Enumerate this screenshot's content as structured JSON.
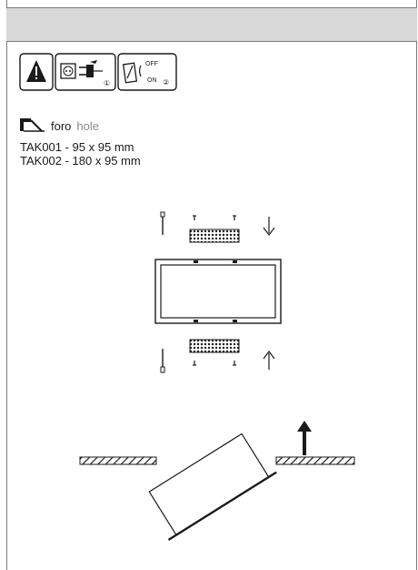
{
  "header": {
    "title": ""
  },
  "warnings": {
    "warning_icon": "warning-triangle-icon",
    "unplug_icon": "unplug-socket-icon",
    "unplug_step": "①",
    "switch_icon": "power-switch-icon",
    "switch_off": "OFF",
    "switch_on": "ON",
    "switch_step": "②"
  },
  "hole": {
    "icon": "ceiling-hole-icon",
    "label_it": "foro",
    "label_en": "hole"
  },
  "models": [
    {
      "text": "TAK001 - 95 x 95 mm"
    },
    {
      "text": "TAK002 - 180 x 95 mm"
    }
  ],
  "colors": {
    "line": "#1a1a1a",
    "bar": "#d8d8d8",
    "muted": "#8a8a8a"
  }
}
